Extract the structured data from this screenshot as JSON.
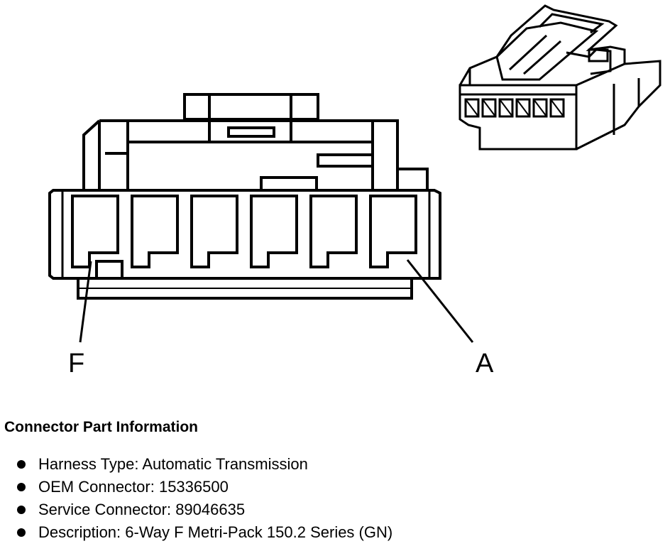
{
  "diagram": {
    "pin_labels": {
      "left": "F",
      "right": "A"
    }
  },
  "info": {
    "title": "Connector Part Information",
    "items": [
      {
        "label": "Harness Type",
        "value": "Automatic Transmission",
        "text": "Harness Type: Automatic Transmission"
      },
      {
        "label": "OEM Connector",
        "value": "15336500",
        "text": "OEM Connector: 15336500"
      },
      {
        "label": "Service Connector",
        "value": "89046635",
        "text": "Service Connector: 89046635"
      },
      {
        "label": "Description",
        "value": "6-Way F Metri-Pack 150.2 Series (GN)",
        "text": "Description: 6-Way F Metri-Pack 150.2 Series (GN)"
      }
    ]
  }
}
